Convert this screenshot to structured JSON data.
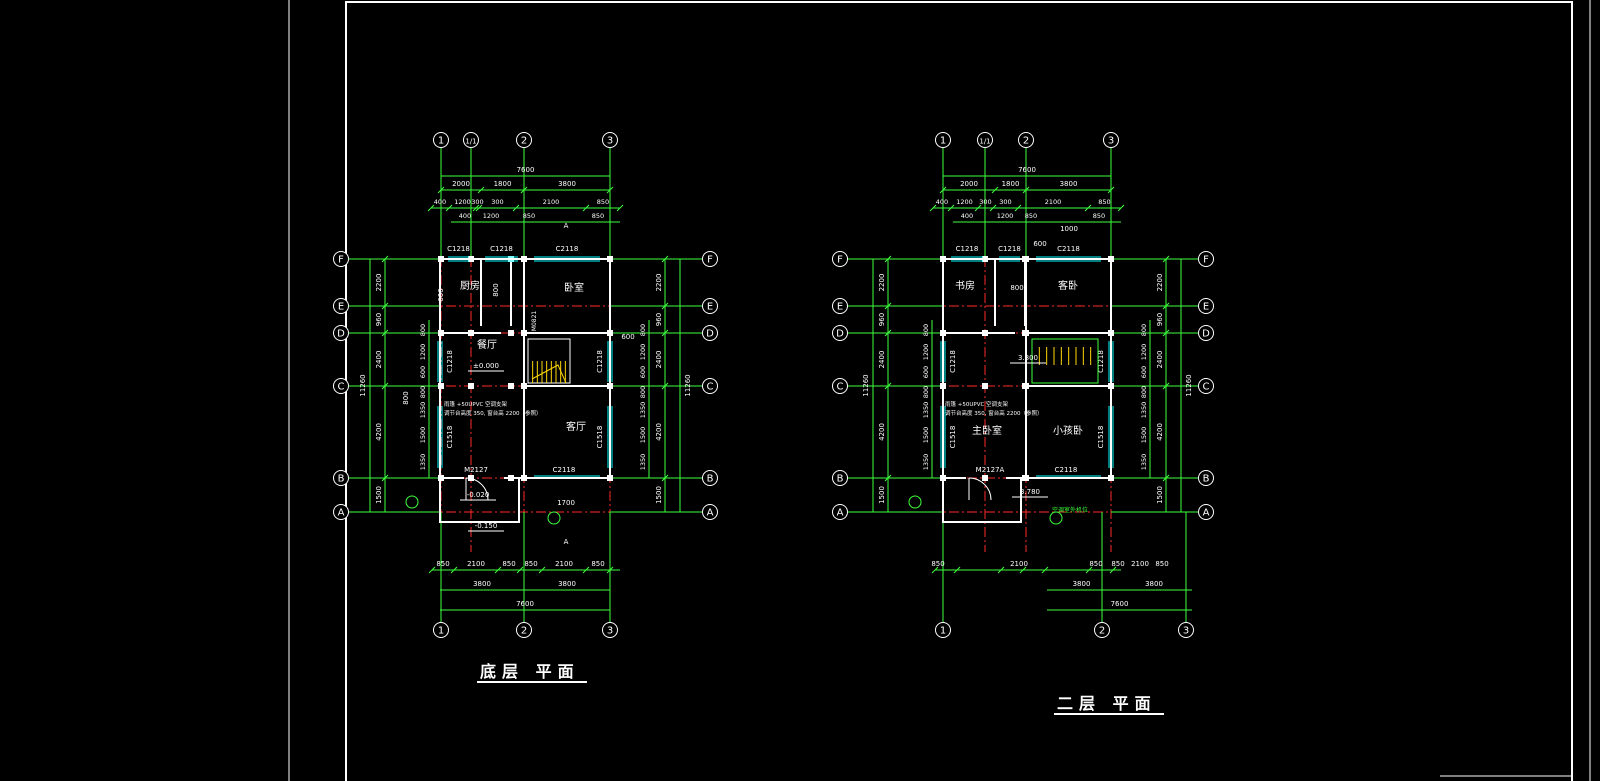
{
  "plans": [
    {
      "title": "底层 平面",
      "grid_cols": [
        "1",
        "1/1",
        "2",
        "3"
      ],
      "bottom_cols": [
        "1",
        "2",
        "3"
      ],
      "grid_rows": [
        "F",
        "E",
        "D",
        "C",
        "B",
        "A"
      ],
      "top_dims_1": [
        "7600"
      ],
      "top_dims_2": [
        "2000",
        "1800",
        "3800"
      ],
      "top_dims_3": [
        "400",
        "1200",
        "300",
        "300",
        "2100",
        "850"
      ],
      "top_dims_4": [
        "400",
        "1200",
        "850",
        "850"
      ],
      "bottom_dims_1": [
        "850",
        "2100",
        "850",
        "850",
        "2100",
        "850"
      ],
      "bottom_dims_2": [
        "3800",
        "3800"
      ],
      "bottom_dims_3": [
        "7600"
      ],
      "left_dims": [
        "2200",
        "960",
        "2400",
        "4200",
        "1500"
      ],
      "left_sub_dims": [
        "800",
        "1200",
        "600",
        "800",
        "1350",
        "1500",
        "1350"
      ],
      "total_dim": "11260",
      "rooms": [
        "厨房",
        "卧室",
        "餐厅",
        "客厅"
      ],
      "windows": [
        "C1218",
        "C1218",
        "C2118",
        "C1218",
        "C1518",
        "C1218",
        "C1518",
        "C2118"
      ],
      "doors": [
        "M2127",
        "M0821"
      ],
      "levels": [
        "±0.000",
        "-0.020",
        "-0.150"
      ],
      "notes": [
        "雨篷 +50UPVC  空调支架",
        "调节台高度 350, 窗台高 2200（参照）"
      ],
      "misc": [
        "A",
        "A",
        "1700",
        "600",
        "800",
        "800",
        "600"
      ]
    },
    {
      "title": "二层 平面",
      "grid_cols": [
        "1",
        "1/1",
        "2",
        "3"
      ],
      "bottom_cols": [
        "1",
        "2",
        "3"
      ],
      "grid_rows": [
        "F",
        "E",
        "D",
        "C",
        "B",
        "A"
      ],
      "top_dims_1": [
        "7600"
      ],
      "top_dims_2": [
        "2000",
        "1800",
        "3800"
      ],
      "top_dims_3": [
        "400",
        "1200",
        "300",
        "300",
        "2100",
        "850"
      ],
      "top_dims_4": [
        "400",
        "1200",
        "850",
        "850"
      ],
      "bottom_dims_1": [
        "850",
        "2100",
        "850",
        "850",
        "2100",
        "850"
      ],
      "bottom_dims_2": [
        "3800",
        "3800"
      ],
      "bottom_dims_3": [
        "7600"
      ],
      "left_dims": [
        "2200",
        "960",
        "2400",
        "4200",
        "1500"
      ],
      "left_sub_dims": [
        "800",
        "1200",
        "600",
        "800",
        "1350",
        "1500",
        "1350"
      ],
      "total_dim": "11260",
      "rooms": [
        "书房",
        "客卧",
        "主卧室",
        "小孩卧"
      ],
      "windows": [
        "C1218",
        "C1218",
        "C2118",
        "C1218",
        "C1518",
        "C1218",
        "C1518",
        "C2118"
      ],
      "doors": [
        "M2127A"
      ],
      "levels": [
        "3.800",
        "3.780"
      ],
      "notes": [
        "雨篷 +50UPVC  空调支架",
        "调节台高度 350, 窗台高 2200（参照）",
        "空调室外机位"
      ],
      "misc": [
        "1000",
        "600",
        "800"
      ]
    }
  ],
  "colors": {
    "axis": "#ff2a2a",
    "dim": "#3cff3c",
    "wall": "#ffffff",
    "bubble": "#ffffff",
    "yellow": "#ffd800",
    "cyan": "#00ffff"
  }
}
